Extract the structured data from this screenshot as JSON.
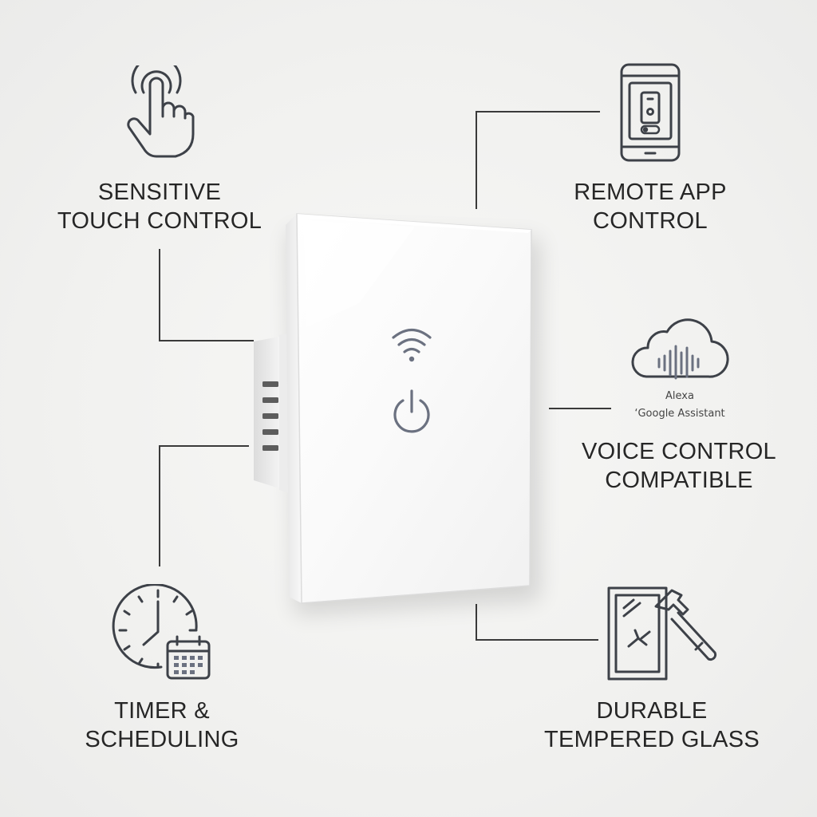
{
  "features": {
    "touch": {
      "line1": "SENSITIVE",
      "line2": "TOUCH CONTROL",
      "icon": "touch-hand-icon"
    },
    "app": {
      "line1": "REMOTE APP",
      "line2": "CONTROL",
      "icon": "smartphone-icon"
    },
    "voice": {
      "line1": "VOICE CONTROL",
      "line2": "COMPATIBLE",
      "icon": "cloud-voice-icon",
      "assistant1": "Alexa",
      "assistant2": "‘Google Assistant"
    },
    "timer": {
      "line1": "TIMER &",
      "line2": "SCHEDULING",
      "icon": "clock-calendar-icon"
    },
    "glass": {
      "line1": "DURABLE",
      "line2": "TEMPERED GLASS",
      "icon": "glass-hammer-icon"
    }
  },
  "product": {
    "name": "smart-touch-wall-switch",
    "panel_color": "#fbfbfb",
    "icon_color": "#6b7180"
  },
  "colors": {
    "line": "#3a3a3a",
    "icon": "#3d4148",
    "text": "#262626"
  }
}
